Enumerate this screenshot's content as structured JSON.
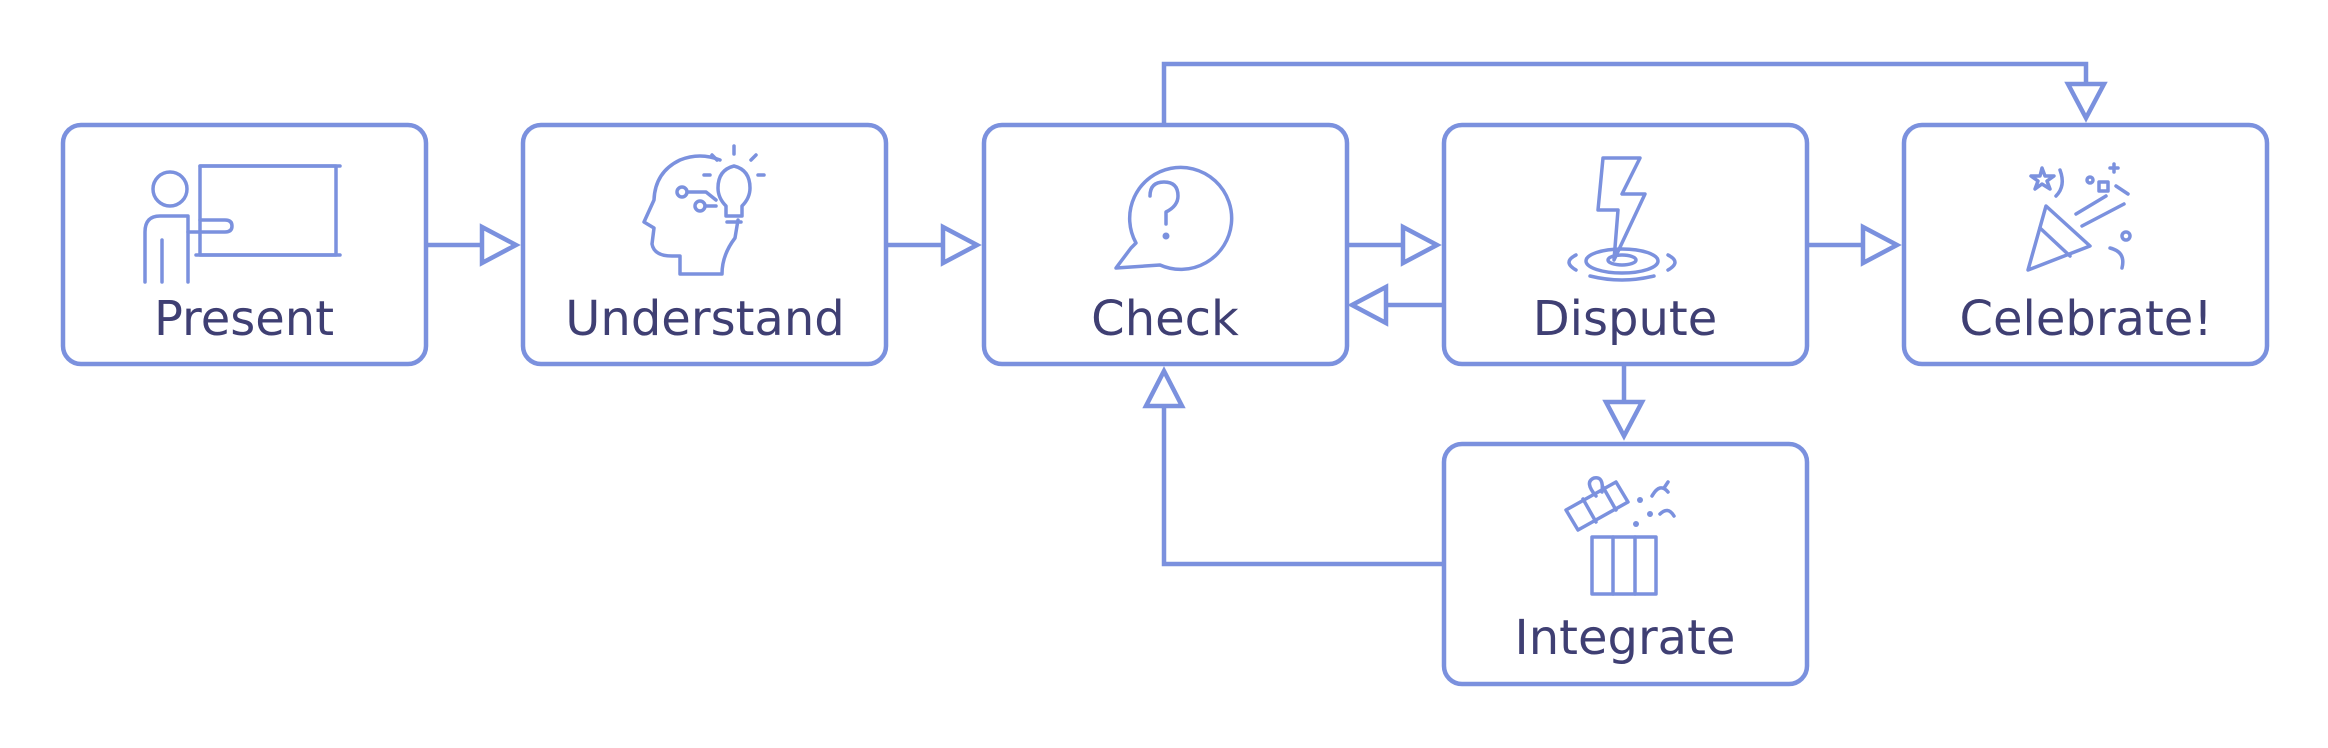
{
  "colors": {
    "stroke": "#7b91de",
    "text": "#3f3f73",
    "background": "#ffffff"
  },
  "steps": [
    {
      "label": "Present",
      "icon": "presentation-board-icon"
    },
    {
      "label": "Understand",
      "icon": "head-lightbulb-icon"
    },
    {
      "label": "Check",
      "icon": "question-bubble-icon"
    },
    {
      "label": "Dispute",
      "icon": "lightning-ripple-icon"
    },
    {
      "label": "Celebrate!",
      "icon": "party-popper-icon"
    },
    {
      "label": "Integrate",
      "icon": "gift-box-icon"
    }
  ],
  "connections": [
    {
      "from": "Present",
      "to": "Understand"
    },
    {
      "from": "Understand",
      "to": "Check"
    },
    {
      "from": "Check",
      "to": "Dispute"
    },
    {
      "from": "Dispute",
      "to": "Check"
    },
    {
      "from": "Dispute",
      "to": "Celebrate!"
    },
    {
      "from": "Check",
      "to": "Celebrate!"
    },
    {
      "from": "Dispute",
      "to": "Integrate"
    },
    {
      "from": "Integrate",
      "to": "Check"
    }
  ]
}
